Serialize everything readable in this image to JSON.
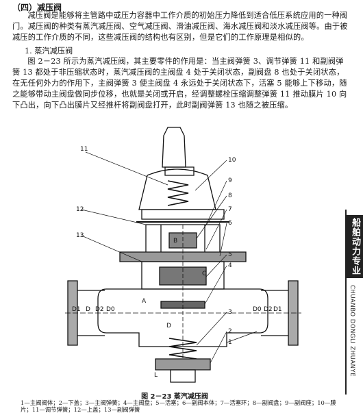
{
  "section_heading": "（四）减压阀",
  "intro_paragraph": "减压阀是能够将主管路中或压力容器中工作介质的初始压力降低到适合低压系统应用的一种阀门。减压阀的种类有蒸汽减压阀、空气减压阀、滑油减压阀、海水减压阀和淡水减压阀等。由于被减压的工作介质的不同，这些减压阀的结构也有区别，但是它们的工作原理是相似的。",
  "subsection_heading": "1. 蒸汽减压阀",
  "body_paragraph": "图 2－23 所示为蒸汽减压阀，其主要零件的作用是：当主阀弹簧 3、调节弹簧 11 和副阀弹簧 13 都处于非压缩状态时，蒸汽减压阀的主阀盘 4 处于关闭状态，副阀盘 8 也处于关闭状态，在无任何外力的作用下，主阀弹簧 3 使主阀盘 4 永远处于关闭状态下，活塞 5 能够上下移动，随之能够带动主阀盘做同步位移，也就是关闭或开启，经调整螺栓压缩调整弹簧 11 推动膜片 10 向下凸出，向下凸出膜片又经推杆将副阀盘打开，此时副阀弹簧 13 也随之被压缩。",
  "sidebar": {
    "title": "船舶动力专业",
    "pinyin": "CHUANBO DONGLI ZHUANYE"
  },
  "figure": {
    "caption": "图 2－23  蒸汽减压阀",
    "legend": "1—主阀阀体；2—下盖；3—主阀弹簧；4—主阀盘；5—活塞；6—副阀本体；7—活塞环；8—副阀盘；9—副阀座；10—膜片；11—调节弹簧；12—上盖；13—副阀弹簧",
    "callouts": [
      "11",
      "10",
      "9",
      "8",
      "7",
      "6",
      "12",
      "13",
      "5",
      "4",
      "3",
      "2",
      "1"
    ],
    "letters": [
      "A",
      "B",
      "C",
      "D"
    ],
    "dim_labels": [
      "D1",
      "D",
      "D2",
      "D0",
      "D0",
      "D2",
      "D1",
      "L"
    ]
  }
}
